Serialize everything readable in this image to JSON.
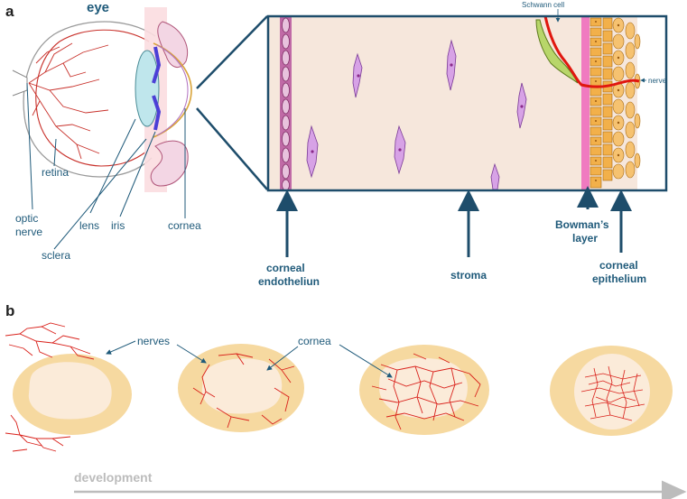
{
  "panel_a": {
    "panel_letter": "a",
    "eye_title": "eye",
    "labels": {
      "retina": "retina",
      "optic_nerve_line1": "optic",
      "optic_nerve_line2": "nerve",
      "lens": "lens",
      "iris": "iris",
      "sclera": "sclera",
      "cornea": "cornea"
    },
    "cross_section": {
      "schwann_cell": "Schwann cell",
      "nerve": "nerve",
      "endothelium_line1": "corneal",
      "endothelium_line2": "endotheliun",
      "stroma": "stroma",
      "bowmans_line1": "Bowman’s",
      "bowmans_line2": "layer",
      "epithelium_line1": "corneal",
      "epithelium_line2": "epithelium"
    }
  },
  "panel_b": {
    "panel_letter": "b",
    "nerves_label": "nerves",
    "cornea_label": "cornea",
    "development_label": "development"
  },
  "colors": {
    "label_blue": "#1f5a7a",
    "frame": "#1e4d6b",
    "stroma_fill": "#f6e7dc",
    "cornea_outer": "#f6d9a0",
    "cornea_inner": "#fbebd9",
    "nerve_red": "#d9201a",
    "cell_purple": "#b264c8",
    "development_grey": "#bcbcbc"
  }
}
